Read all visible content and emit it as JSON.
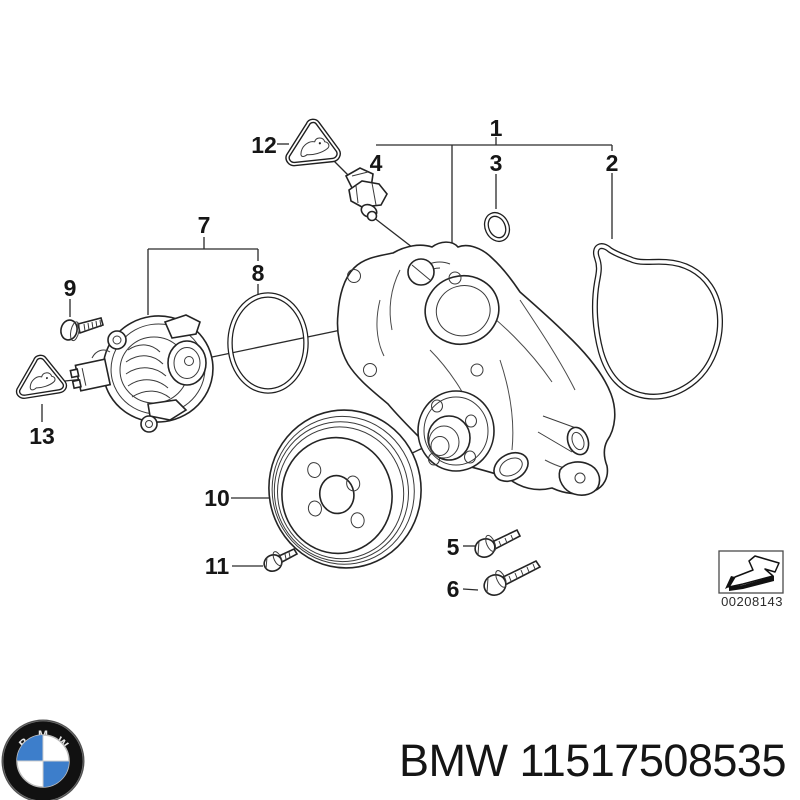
{
  "diagram": {
    "callouts": [
      "1",
      "2",
      "3",
      "4",
      "5",
      "6",
      "7",
      "8",
      "9",
      "10",
      "11",
      "12",
      "13"
    ],
    "stamp_code": "00208143"
  },
  "footer": {
    "brand": "BMW",
    "part_number": "11517508535"
  },
  "colors": {
    "line": "#2a2a2a",
    "label": "#161616",
    "bmw_blue": "#3d7ecb",
    "bmw_ring": "#111111"
  }
}
